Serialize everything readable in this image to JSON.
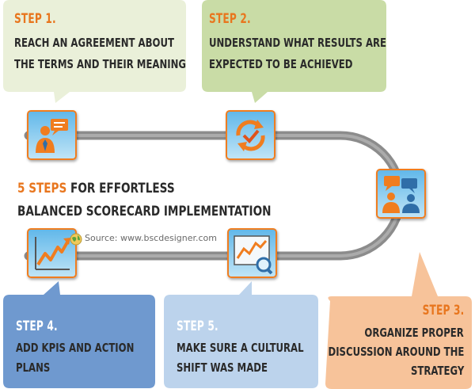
{
  "title": {
    "accent": "5 STEPS",
    "rest": " FOR EFFORTLESS",
    "line2": "BALANCED SCORECARD IMPLEMENTATION"
  },
  "source": "Source: www.bscdesigner.com",
  "steps": [
    {
      "num": "STEP 1.",
      "line1": "REACH AN AGREEMENT ABOUT",
      "line2": "THE TERMS AND THEIR MEANING"
    },
    {
      "num": "STEP 2.",
      "line1": "UNDERSTAND WHAT RESULTS ARE",
      "line2": "EXPECTED TO BE ACHIEVED"
    },
    {
      "num": "STEP 3.",
      "line1": "ORGANIZE PROPER",
      "line2": "DISCUSSION AROUND THE",
      "line3": "STRATEGY"
    },
    {
      "num": "STEP 4.",
      "line1": "ADD KPIS AND ACTION",
      "line2": "PLANS"
    },
    {
      "num": "STEP 5.",
      "line1": "MAKE SURE A CULTURAL",
      "line2": "SHIFT WAS MADE"
    }
  ],
  "icons": [
    "presenter-icon",
    "cycle-check-icon",
    "meeting-icon",
    "trend-chart-icon",
    "analytics-icon"
  ],
  "colors": {
    "accent": "#e8761e",
    "step1_bubble": "#eaf0d9",
    "step2_bubble": "#c9dca6",
    "step3_bubble": "#f7c39a",
    "step4_bubble": "#6f99cf",
    "step5_bubble": "#bcd3ec",
    "track": "#8c8c8c"
  }
}
